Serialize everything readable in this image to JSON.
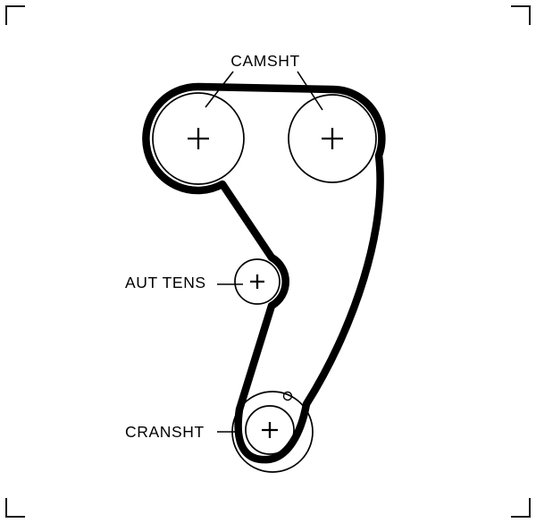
{
  "diagram": {
    "type": "timing-belt-routing-diagram",
    "background_color": "#ffffff",
    "line_color": "#000000",
    "labels": {
      "camshaft": "CAMSHT",
      "auto_tensioner": "AUT TENS",
      "crankshaft": "CRANSHT"
    },
    "components": {
      "camshaft_pulleys": 2,
      "tensioner_pulleys": 1,
      "crankshaft_sprockets": 1
    },
    "center_mark": "+"
  }
}
